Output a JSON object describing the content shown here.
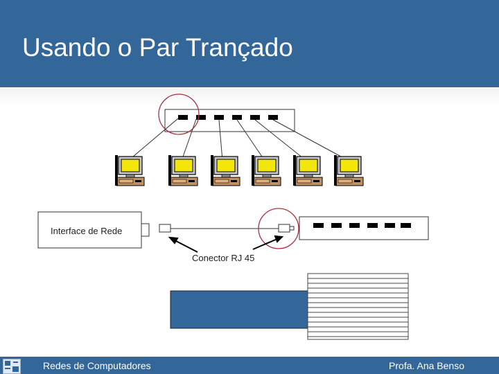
{
  "slide": {
    "title": "Usando o Par Trançado"
  },
  "diagram": {
    "nic_label": "Interface de Rede",
    "connector_label": "Conector RJ 45"
  },
  "footer": {
    "left": "Redes de Computadores",
    "right": "Profa. Ana Benso"
  },
  "colors": {
    "header": "#336699",
    "footer": "#336699",
    "highlight_circle": "#b03040",
    "monitor_screen": "#f2e60a",
    "cable_block": "#336699"
  }
}
